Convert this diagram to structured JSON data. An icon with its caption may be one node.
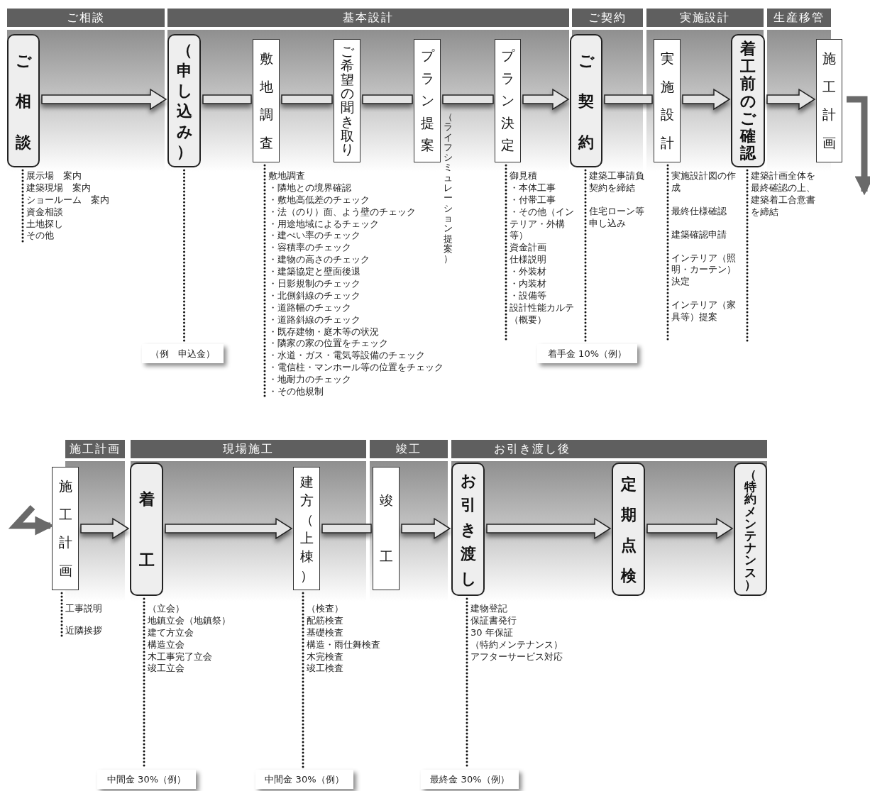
{
  "diagram": {
    "nodes": [
      {
        "text": [
          "ご相談"
        ]
      },
      {
        "text": [
          "基本設計"
        ]
      },
      {
        "text": [
          "ご契約"
        ]
      },
      {
        "text": [
          "実施設計"
        ]
      },
      {
        "text": [
          "生産移管"
        ]
      },
      {
        "text": [
          "ご相談"
        ],
        "beside": [
          "展示場　案内",
          "建築現場　案内",
          "ショールーム　案内",
          "資金相談",
          "土地探し",
          "その他"
        ]
      },
      {
        "text": [
          "（申し込み）"
        ]
      },
      {
        "text": [
          "敷地調査"
        ],
        "beside": [
          "敷地調査",
          "・隣地との境界確認",
          "・敷地高低差のチェック",
          "・法（のり）面、よう壁のチェック",
          "・用途地域によるチェック",
          "・建ぺい率のチェック",
          "・容積率のチェック",
          "・建物の高さのチェック",
          "・建築協定と壁面後退",
          "・日影規制のチェック",
          "・北側斜線のチェック",
          "・道路幅のチェック",
          "・道路斜線のチェック",
          "・既存建物・庭木等の状況",
          "・隣家の家の位置をチェック",
          "・水道・ガス・電気等設備のチェック",
          "・電信柱・マンホール等の位置をチェック",
          "・地耐力のチェック",
          "・その他規制"
        ]
      },
      {
        "text": [
          "ご希望の聞き取り"
        ]
      },
      {
        "text": [
          "プラン提案"
        ],
        "beside": [
          "（ライフシミュレーション提案）"
        ]
      },
      {
        "text": [
          "プラン決定"
        ],
        "beside": [
          "御見積",
          "・本体工事",
          "・付帯工事",
          "・その他（インテリア・外構等）",
          "資金計画",
          "仕様説明",
          "・外装材",
          "・内装材",
          "・設備等",
          "設計性能カルテ（概要）"
        ]
      },
      {
        "text": [
          "ご契約"
        ],
        "beside": [
          "建築工事請負契約を締結",
          "住宅ローン等申し込み"
        ]
      },
      {
        "text": [
          "実施設計"
        ],
        "beside": [
          "実施設計図の作成",
          "最終仕様確認",
          "建築確認申請",
          "インテリア（照明・カーテン）決定",
          "インテリア（家具等）提案"
        ]
      },
      {
        "text": [
          "着工前のご確認"
        ],
        "beside": [
          "建築計画全体を最終確認の上、建築着工合意書を締結"
        ]
      },
      {
        "text": [
          "施工計画"
        ]
      },
      {
        "text": [
          "（例　申込金）"
        ]
      },
      {
        "text": [
          "着手金 10%（例）"
        ]
      },
      {
        "text": [
          "施工計画"
        ]
      },
      {
        "text": [
          "現場施工"
        ]
      },
      {
        "text": [
          "竣工"
        ]
      },
      {
        "text": [
          "お引き渡し後"
        ]
      },
      {
        "text": [
          "施工計画"
        ],
        "beside": [
          "工事説明",
          "近隣挨拶"
        ]
      },
      {
        "text": [
          "着工"
        ],
        "beside": [
          "（立会）",
          "地鎮立会（地鎮祭）",
          "建て方立会",
          "構造立会",
          "木工事完了立会",
          "竣工立会"
        ]
      },
      {
        "text": [
          "建方（上棟）"
        ],
        "beside": [
          "（検査）",
          "配筋検査",
          "基礎検査",
          "構造・雨仕舞検査",
          "木完検査",
          "竣工検査"
        ]
      },
      {
        "text": [
          "竣工"
        ]
      },
      {
        "text": [
          "お引き渡し"
        ],
        "beside": [
          "建物登記",
          "保証書発行",
          "30 年保証",
          "（特約メンテナンス）",
          "アフターサービス対応"
        ]
      },
      {
        "text": [
          "定期点検"
        ]
      },
      {
        "text": [
          "（特約メンテナンス）"
        ]
      },
      {
        "text": [
          "中間金 30%（例）"
        ]
      },
      {
        "text": [
          "中間金 30%（例）"
        ]
      },
      {
        "text": [
          "最終金 30%（例）"
        ]
      }
    ],
    "edges": [
      {
        "from": 5,
        "to": 6,
        "arrow": "to"
      },
      {
        "from": 6,
        "to": 7,
        "arrow": "none"
      },
      {
        "from": 7,
        "to": 8,
        "arrow": "none"
      },
      {
        "from": 8,
        "to": 9,
        "arrow": "none"
      },
      {
        "from": 9,
        "to": 10,
        "arrow": "none"
      },
      {
        "from": 10,
        "to": 11,
        "arrow": "to"
      },
      {
        "from": 11,
        "to": 12,
        "arrow": "none"
      },
      {
        "from": 12,
        "to": 13,
        "arrow": "to"
      },
      {
        "from": 13,
        "to": 14,
        "arrow": "to"
      },
      {
        "from": 14,
        "to": null,
        "arrow": "to",
        "style": "thick"
      },
      {
        "from": 6,
        "to": 15,
        "arrow": "none",
        "style": "dashed"
      },
      {
        "from": 11,
        "to": 16,
        "arrow": "none",
        "style": "dashed"
      },
      {
        "from": null,
        "to": 21,
        "arrow": "to",
        "style": "thick"
      },
      {
        "from": 21,
        "to": 22,
        "arrow": "to"
      },
      {
        "from": 22,
        "to": 23,
        "arrow": "to"
      },
      {
        "from": 23,
        "to": 24,
        "arrow": "none"
      },
      {
        "from": 24,
        "to": 25,
        "arrow": "to"
      },
      {
        "from": 25,
        "to": 26,
        "arrow": "to"
      },
      {
        "from": 26,
        "to": 27,
        "arrow": "to"
      },
      {
        "from": 22,
        "to": 28,
        "arrow": "none",
        "style": "dashed"
      },
      {
        "from": 23,
        "to": 29,
        "arrow": "none",
        "style": "dashed"
      },
      {
        "from": 25,
        "to": 30,
        "arrow": "none",
        "style": "dashed"
      }
    ]
  }
}
